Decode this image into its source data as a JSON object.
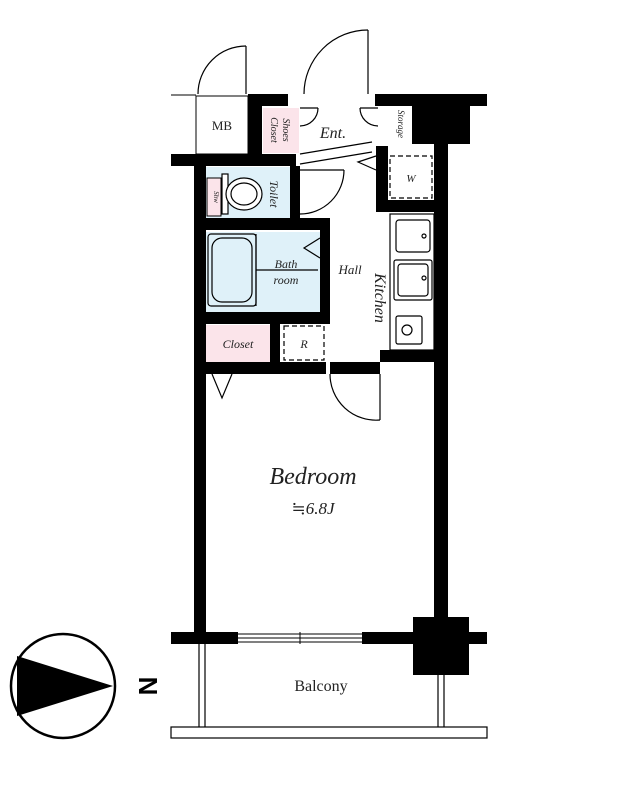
{
  "rooms": {
    "mb": "MB",
    "shoes_closet_line1": "Shoes",
    "shoes_closet_line2": "Closet",
    "entrance": "Ent.",
    "storage": "Storage",
    "washer": "W",
    "shower": "Shw",
    "toilet": "Toilet",
    "bath_line1": "Bath",
    "bath_line2": "room",
    "hall": "Hall",
    "kitchen": "Kitchen",
    "closet": "Closet",
    "refrigerator": "R",
    "bedroom": "Bedroom",
    "bedroom_size": "≒6.8J",
    "balcony": "Balcony"
  },
  "compass": {
    "north_label": "N"
  },
  "colors": {
    "wall": "#000000",
    "wet_area": "#dff1f9",
    "closet_area": "#fbe4ea",
    "floor": "#ffffff"
  }
}
